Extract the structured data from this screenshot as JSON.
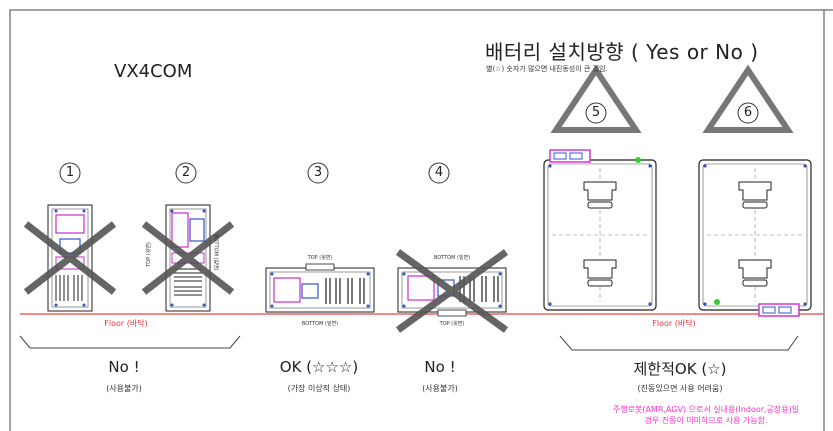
{
  "header": {
    "title": "배터리 설치방향 ( Yes or No )",
    "subtitle": "별(☆) 숫자가 많으면 내진동성이 큰 것임.",
    "model": "VX4COM"
  },
  "positions": [
    {
      "num": "1"
    },
    {
      "num": "2"
    },
    {
      "num": "3"
    },
    {
      "num": "4"
    },
    {
      "num": "5"
    },
    {
      "num": "6"
    }
  ],
  "floor_label": "Floor (바닥)",
  "device_labels": {
    "top": "TOP (윗면)",
    "bottom": "BOTTOM (밑면)"
  },
  "groups": [
    {
      "verdict": "No !",
      "note": "(사용불가)"
    },
    {
      "verdict": "OK (☆☆☆)",
      "note": "(가장 이상적 상태)"
    },
    {
      "verdict": "No !",
      "note": "(사용불가)"
    },
    {
      "verdict": "제한적OK (☆)",
      "note": "(진동있으면 사용 어려움)"
    }
  ],
  "pink_note": {
    "line1": "주행로봇(AMR,AGV) 으로서 실내용(Indoor,공장용)일",
    "line2": "경우 진동이 미미하므로 사용 가능함."
  },
  "colors": {
    "floor_line": "#f06060",
    "cross": "#555555",
    "magenta": "#cc2bcc",
    "blue": "#3355cc",
    "green": "#33cc33",
    "pink_text": "#ff2fd0"
  }
}
